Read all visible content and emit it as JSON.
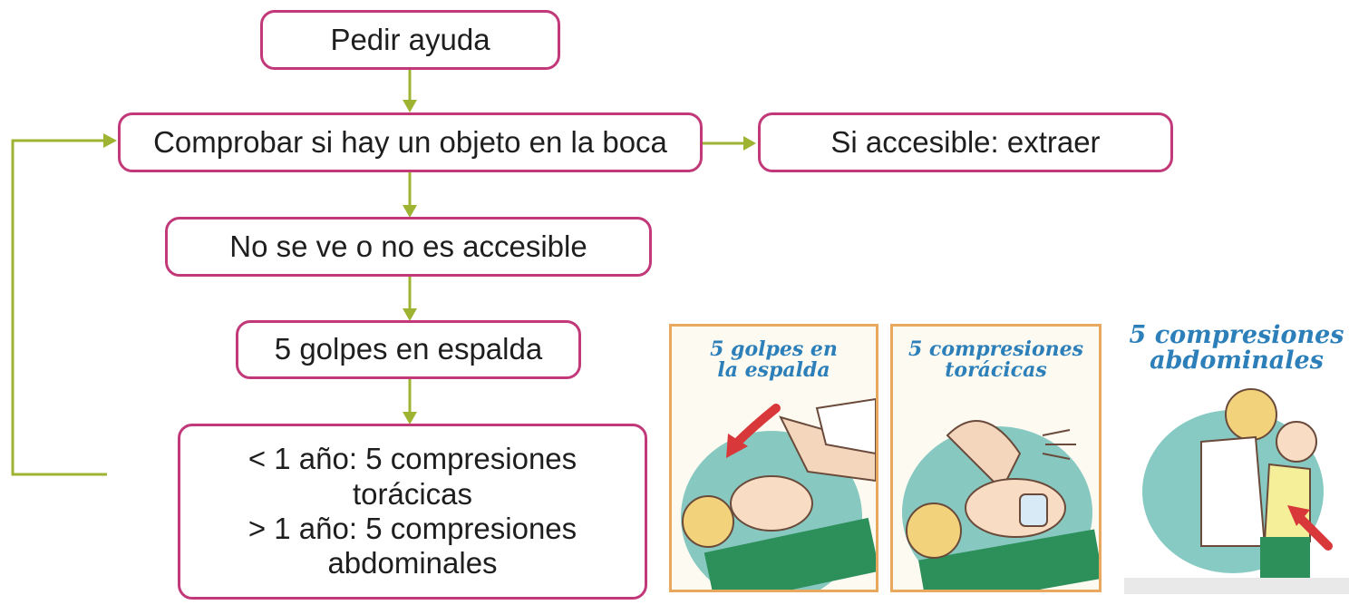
{
  "flow": {
    "step1": "Pedir ayuda",
    "step2": "Comprobar si hay un objeto en la boca",
    "side": "Si accesible: extraer",
    "step3": "No se ve o no es accesible",
    "step4": "5 golpes en espalda",
    "step5": {
      "line1": "< 1 año: 5 compresiones",
      "line2": "torácicas",
      "line3": "> 1 año: 5 compresiones",
      "line4": "abdominales"
    }
  },
  "illustrations": [
    {
      "line1": "5 golpes en",
      "line2": "la espalda"
    },
    {
      "line1": "5 compresiones",
      "line2": "torácicas"
    },
    {
      "line1": "5 compresiones",
      "line2": "abdominales"
    }
  ],
  "colors": {
    "box_border": "#c2397a",
    "arrow": "#9fb332",
    "panel_title": "#2c7fb8",
    "panel_frame": "#e8a85e"
  }
}
